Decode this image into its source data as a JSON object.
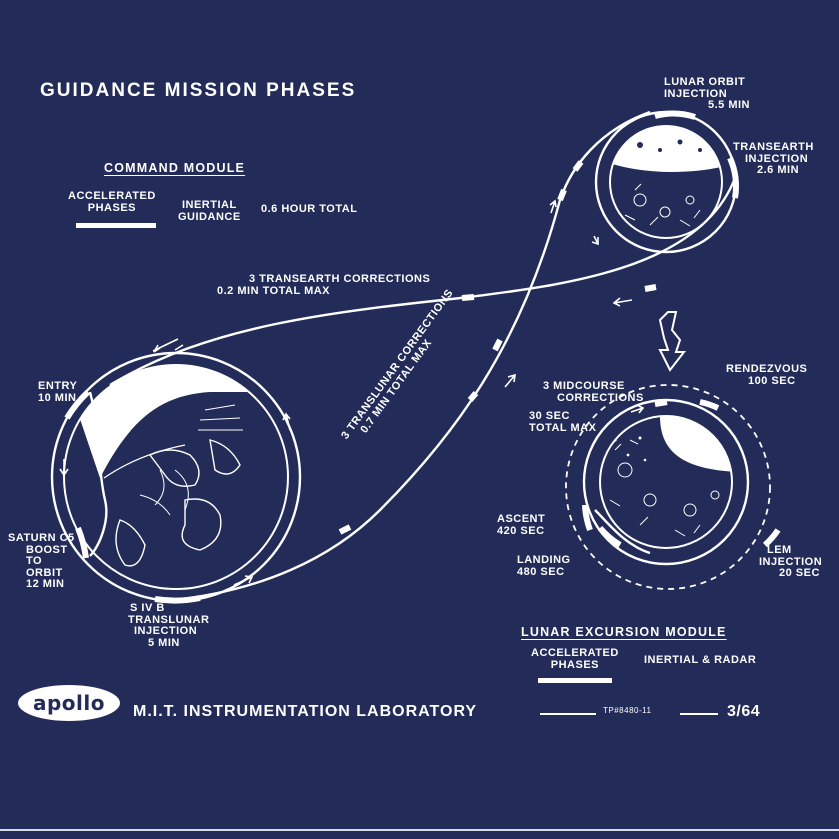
{
  "title": "GUIDANCE MISSION PHASES",
  "command_module": {
    "heading": "COMMAND MODULE",
    "accelerated": [
      "ACCELERATED",
      "PHASES"
    ],
    "inertial": [
      "INERTIAL",
      "GUIDANCE"
    ],
    "total": "0.6 HOUR TOTAL"
  },
  "lunar_orbit_injection": [
    "LUNAR ORBIT",
    "INJECTION",
    "5.5 MIN"
  ],
  "transearth_injection": [
    "TRANSEARTH",
    "INJECTION",
    "2.6 MIN"
  ],
  "transearth_corrections": [
    "3 TRANSEARTH CORRECTIONS",
    "0.2 MIN TOTAL MAX"
  ],
  "entry": [
    "ENTRY",
    "10 MIN"
  ],
  "saturn": [
    "SATURN C5",
    "BOOST",
    "TO",
    "ORBIT",
    "12 MIN"
  ],
  "sivb": [
    "S IV B",
    "TRANSLUNAR",
    "INJECTION",
    "5 MIN"
  ],
  "translunar_corrections": [
    "3 TRANSLUNAR CORRECTIONS",
    "0.7 MIN TOTAL MAX"
  ],
  "midcourse": [
    "3 MIDCOURSE",
    "CORRECTIONS",
    "30 SEC",
    "TOTAL MAX"
  ],
  "rendezvous": [
    "RENDEZVOUS",
    "100 SEC"
  ],
  "ascent": [
    "ASCENT",
    "420 SEC"
  ],
  "landing": [
    "LANDING",
    "480 SEC"
  ],
  "lem_injection": [
    "LEM",
    "INJECTION",
    "20 SEC"
  ],
  "lem": {
    "heading": "LUNAR EXCURSION MODULE",
    "accelerated": [
      "ACCELERATED",
      "PHASES"
    ],
    "inertial": "INERTIAL & RADAR"
  },
  "footer": {
    "logo": "apollo",
    "lab": "M.I.T. INSTRUMENTATION LABORATORY",
    "drawing_no": "TP#8480-11",
    "date": "3/64"
  },
  "colors": {
    "background": "#232b58",
    "ink": "#ffffff"
  }
}
